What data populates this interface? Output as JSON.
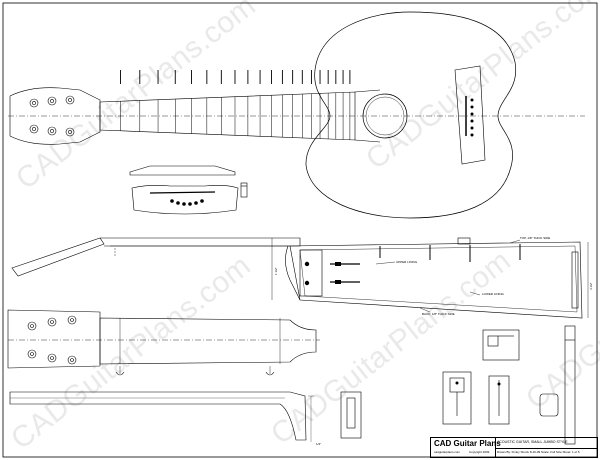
{
  "watermark": {
    "text": "CADGuitarPlans.com"
  },
  "title_block": {
    "brand": "CAD Guitar Plans",
    "site": "cadguitarplans.com",
    "copyright": "Copyright 2009",
    "description": "ACOUSTIC GUITAR, SMALL JUMBO STYLE",
    "meta": "Drawn By: Finley Strock  8-16-09   Scale: Full Size   Sheet: 1 of 5"
  },
  "annotations": {
    "nut_height": "1 1/2\"",
    "body_depth": "4 1/2\"",
    "top_label": "TOP, 1/8\" THICK SIDE",
    "brace_label_1": "UPPER LINING",
    "brace_label_2": "LOWER LINING",
    "back_label": "BACK, 1/8\" THICK SIDE",
    "dim_tick": "1/4\""
  },
  "colors": {
    "line": "#000000",
    "watermark": "#d8d8d8",
    "fill_dark": "#000000"
  }
}
